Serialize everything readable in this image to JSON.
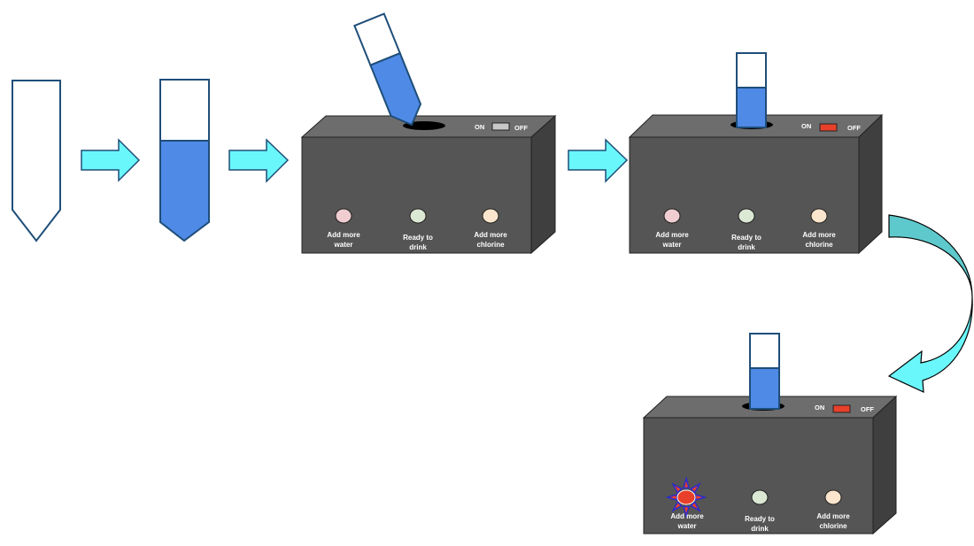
{
  "diagram": {
    "description": "Water chlorine test kit process",
    "colors": {
      "tube_outline": "#1f4e79",
      "liquid": "#4f8ae6",
      "arrow_fill": "#6af7fb",
      "curved_arrow_fill": "#5ec9cc",
      "device_front": "#555555",
      "device_top": "#6d6d6d",
      "device_side": "#3f3f3f",
      "switch_off": "#c8c8c8",
      "switch_on": "#e8402a",
      "led_water": "#f0cdd0",
      "led_ready": "#dbe8d4",
      "led_chlorine": "#fbe5cc",
      "led_active": "#e8402a",
      "led_burst": "#2a2acf"
    },
    "steps": [
      {
        "id": "empty-tube"
      },
      {
        "id": "filled-tube"
      },
      {
        "id": "inserting-tube",
        "switch": {
          "on_label": "ON",
          "off_label": "OFF",
          "state": "off"
        },
        "lights": [
          {
            "label_line1": "Add more",
            "label_line2": "water",
            "active": false
          },
          {
            "label_line1": "Ready to",
            "label_line2": "drink",
            "active": false
          },
          {
            "label_line1": "Add more",
            "label_line2": "chlorine",
            "active": false
          }
        ]
      },
      {
        "id": "tube-inserted",
        "switch": {
          "on_label": "ON",
          "off_label": "OFF",
          "state": "on"
        },
        "lights": [
          {
            "label_line1": "Add more",
            "label_line2": "water",
            "active": false
          },
          {
            "label_line1": "Ready to",
            "label_line2": "drink",
            "active": false
          },
          {
            "label_line1": "Add more",
            "label_line2": "chlorine",
            "active": false
          }
        ]
      },
      {
        "id": "result",
        "switch": {
          "on_label": "ON",
          "off_label": "OFF",
          "state": "on"
        },
        "lights": [
          {
            "label_line1": "Add more",
            "label_line2": "water",
            "active": true
          },
          {
            "label_line1": "Ready to",
            "label_line2": "drink",
            "active": false
          },
          {
            "label_line1": "Add more",
            "label_line2": "chlorine",
            "active": false
          }
        ]
      }
    ]
  }
}
